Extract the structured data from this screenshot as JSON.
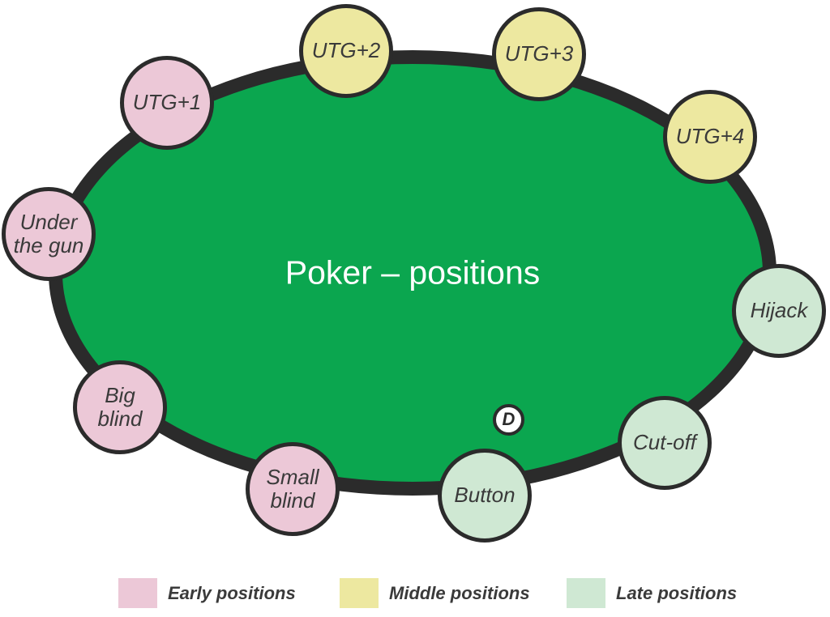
{
  "title": "Poker – positions",
  "dealer": {
    "label": "D"
  },
  "colors": {
    "table_green": "#0BA64F",
    "outline": "#2B2B2B",
    "early_pink": "#ECC8D7",
    "middle_yellow": "#EDE8A0",
    "late_green": "#CFE8D3",
    "seat_text": "#3A3A3A",
    "title_text": "#FFFFFF"
  },
  "seats": [
    {
      "id": "under-the-gun",
      "label": "Under\nthe gun",
      "category": "early"
    },
    {
      "id": "utg-plus-1",
      "label": "UTG+1",
      "category": "early"
    },
    {
      "id": "utg-plus-2",
      "label": "UTG+2",
      "category": "middle"
    },
    {
      "id": "utg-plus-3",
      "label": "UTG+3",
      "category": "middle"
    },
    {
      "id": "utg-plus-4",
      "label": "UTG+4",
      "category": "middle"
    },
    {
      "id": "hijack",
      "label": "Hijack",
      "category": "late"
    },
    {
      "id": "cut-off",
      "label": "Cut-off",
      "category": "late"
    },
    {
      "id": "button",
      "label": "Button",
      "category": "late"
    },
    {
      "id": "small-blind",
      "label": "Small\nblind",
      "category": "early"
    },
    {
      "id": "big-blind",
      "label": "Big\nblind",
      "category": "early"
    }
  ],
  "legend": {
    "items": [
      {
        "label": "Early positions",
        "color": "#ECC8D7"
      },
      {
        "label": "Middle positions",
        "color": "#EDE8A0"
      },
      {
        "label": "Late positions",
        "color": "#CFE8D3"
      }
    ]
  }
}
